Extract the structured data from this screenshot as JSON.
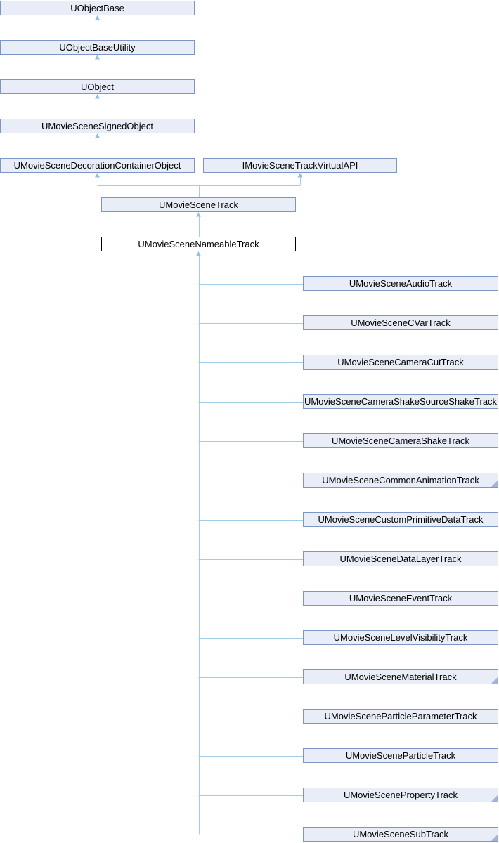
{
  "diagram": {
    "type": "class-inheritance-graph",
    "current_class": "UMovieSceneNameableTrack",
    "nodes": [
      {
        "id": "UObjectBase",
        "label": "UObjectBase"
      },
      {
        "id": "UObjectBaseUtility",
        "label": "UObjectBaseUtility"
      },
      {
        "id": "UObject",
        "label": "UObject"
      },
      {
        "id": "UMovieSceneSignedObject",
        "label": "UMovieSceneSignedObject"
      },
      {
        "id": "UMovieSceneDecorationContainerObject",
        "label": "UMovieSceneDecorationContainerObject"
      },
      {
        "id": "IMovieSceneTrackVirtualAPI",
        "label": "IMovieSceneTrackVirtualAPI"
      },
      {
        "id": "UMovieSceneTrack",
        "label": "UMovieSceneTrack"
      },
      {
        "id": "UMovieSceneNameableTrack",
        "label": "UMovieSceneNameableTrack",
        "is_current": true
      },
      {
        "id": "UMovieSceneAudioTrack",
        "label": "UMovieSceneAudioTrack"
      },
      {
        "id": "UMovieSceneCVarTrack",
        "label": "UMovieSceneCVarTrack"
      },
      {
        "id": "UMovieSceneCameraCutTrack",
        "label": "UMovieSceneCameraCutTrack"
      },
      {
        "id": "UMovieSceneCameraShakeSourceShakeTrack",
        "label": "UMovieSceneCameraShakeSourceShakeTrack"
      },
      {
        "id": "UMovieSceneCameraShakeTrack",
        "label": "UMovieSceneCameraShakeTrack"
      },
      {
        "id": "UMovieSceneCommonAnimationTrack",
        "label": "UMovieSceneCommonAnimationTrack",
        "has_hidden_subclasses": true
      },
      {
        "id": "UMovieSceneCustomPrimitiveDataTrack",
        "label": "UMovieSceneCustomPrimitiveDataTrack"
      },
      {
        "id": "UMovieSceneDataLayerTrack",
        "label": "UMovieSceneDataLayerTrack"
      },
      {
        "id": "UMovieSceneEventTrack",
        "label": "UMovieSceneEventTrack"
      },
      {
        "id": "UMovieSceneLevelVisibilityTrack",
        "label": "UMovieSceneLevelVisibilityTrack"
      },
      {
        "id": "UMovieSceneMaterialTrack",
        "label": "UMovieSceneMaterialTrack",
        "has_hidden_subclasses": true
      },
      {
        "id": "UMovieSceneParticleParameterTrack",
        "label": "UMovieSceneParticleParameterTrack"
      },
      {
        "id": "UMovieSceneParticleTrack",
        "label": "UMovieSceneParticleTrack"
      },
      {
        "id": "UMovieScenePropertyTrack",
        "label": "UMovieScenePropertyTrack",
        "has_hidden_subclasses": true
      },
      {
        "id": "UMovieSceneSubTrack",
        "label": "UMovieSceneSubTrack",
        "has_hidden_subclasses": true
      }
    ],
    "edges": [
      {
        "from": "UObjectBaseUtility",
        "to": "UObjectBase"
      },
      {
        "from": "UObject",
        "to": "UObjectBaseUtility"
      },
      {
        "from": "UMovieSceneSignedObject",
        "to": "UObject"
      },
      {
        "from": "UMovieSceneDecorationContainerObject",
        "to": "UMovieSceneSignedObject"
      },
      {
        "from": "UMovieSceneTrack",
        "to": "UMovieSceneDecorationContainerObject"
      },
      {
        "from": "UMovieSceneTrack",
        "to": "IMovieSceneTrackVirtualAPI"
      },
      {
        "from": "UMovieSceneNameableTrack",
        "to": "UMovieSceneTrack"
      },
      {
        "from": "UMovieSceneAudioTrack",
        "to": "UMovieSceneNameableTrack"
      },
      {
        "from": "UMovieSceneCVarTrack",
        "to": "UMovieSceneNameableTrack"
      },
      {
        "from": "UMovieSceneCameraCutTrack",
        "to": "UMovieSceneNameableTrack"
      },
      {
        "from": "UMovieSceneCameraShakeSourceShakeTrack",
        "to": "UMovieSceneNameableTrack"
      },
      {
        "from": "UMovieSceneCameraShakeTrack",
        "to": "UMovieSceneNameableTrack"
      },
      {
        "from": "UMovieSceneCommonAnimationTrack",
        "to": "UMovieSceneNameableTrack"
      },
      {
        "from": "UMovieSceneCustomPrimitiveDataTrack",
        "to": "UMovieSceneNameableTrack"
      },
      {
        "from": "UMovieSceneDataLayerTrack",
        "to": "UMovieSceneNameableTrack"
      },
      {
        "from": "UMovieSceneEventTrack",
        "to": "UMovieSceneNameableTrack"
      },
      {
        "from": "UMovieSceneLevelVisibilityTrack",
        "to": "UMovieSceneNameableTrack"
      },
      {
        "from": "UMovieSceneMaterialTrack",
        "to": "UMovieSceneNameableTrack"
      },
      {
        "from": "UMovieSceneParticleParameterTrack",
        "to": "UMovieSceneNameableTrack"
      },
      {
        "from": "UMovieSceneParticleTrack",
        "to": "UMovieSceneNameableTrack"
      },
      {
        "from": "UMovieScenePropertyTrack",
        "to": "UMovieSceneNameableTrack"
      },
      {
        "from": "UMovieSceneSubTrack",
        "to": "UMovieSceneNameableTrack"
      }
    ],
    "colors": {
      "background": "#ffffff",
      "node_fill": "#e9edf7",
      "node_border": "#7e96c4",
      "current_fill": "#ffffff",
      "current_border": "#000000",
      "edge_line": "#a3cce8",
      "arrowhead": "#94bedd",
      "fold_corner": "#9fb4dc"
    }
  }
}
